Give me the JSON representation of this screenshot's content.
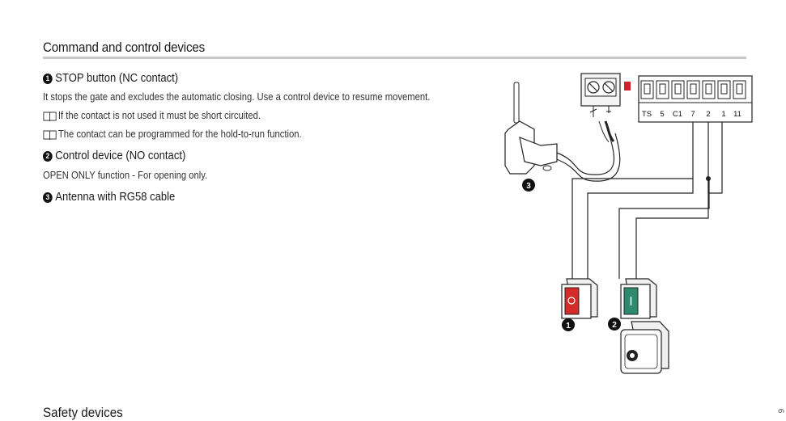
{
  "section_title": "Command and control devices",
  "items": [
    {
      "number": "1",
      "heading": "STOP button (NC contact)"
    },
    {
      "number": "2",
      "heading": "Control device (NO contact)"
    },
    {
      "number": "3",
      "heading": "Antenna with RG58 cable"
    }
  ],
  "stop_description": "It stops the gate and excludes the automatic closing. Use a control device to resume movement.",
  "notes": [
    "If the contact is not used it must be short circuited.",
    "The contact can be programmed for the hold-to-run function."
  ],
  "control_description": "OPEN ONLY function - For opening only.",
  "next_section_title": "Safety devices",
  "page_number": "6",
  "terminal_labels": [
    "TS",
    "5",
    "C1",
    "7",
    "2",
    "1",
    "11"
  ],
  "callouts": [
    "1",
    "2",
    "3"
  ],
  "colors": {
    "stop_red": "#d42a2a",
    "green_button": "#2e8a6e",
    "red_marker": "#d0202a",
    "rule": "#c8c8c8"
  },
  "icons": {
    "note": "book-icon",
    "numbers": "filled-circle-number"
  }
}
